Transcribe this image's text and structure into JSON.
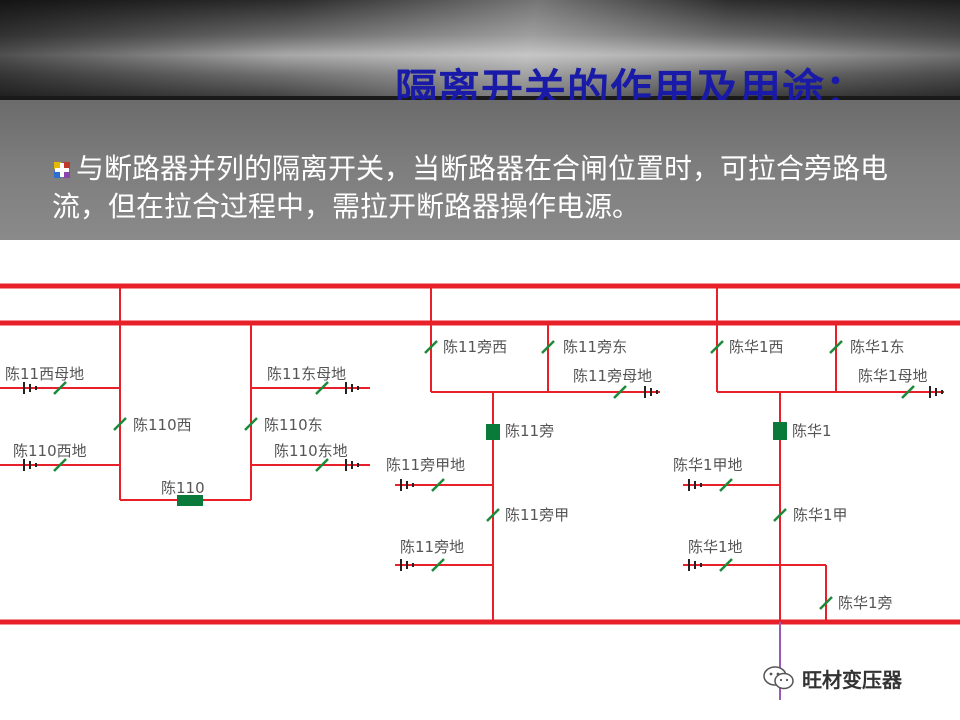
{
  "slide": {
    "title": "隔离开关的作用及用途：",
    "body": "与断路器并列的隔离开关，当断路器在合闸位置时，可拉合旁路电流，但在拉合过程中，需拉开断路器操作电源。"
  },
  "diagram": {
    "labels": {
      "chen11_xi_mudi": "陈11西母地",
      "chen110_xi_di": "陈110西地",
      "chen110_xi": "陈110西",
      "chen110": "陈110",
      "chen11_dong_mudi": "陈11东母地",
      "chen110_dong": "陈110东",
      "chen110_dong_di": "陈110东地",
      "chen11_pang_xi": "陈11旁西",
      "chen11_pang_dong": "陈11旁东",
      "chen11_pang_mudi": "陈11旁母地",
      "chen11_pang": "陈11旁",
      "chen11_pang_jiadi": "陈11旁甲地",
      "chen11_pang_jia": "陈11旁甲",
      "chen11_pang_di": "陈11旁地",
      "chenhua1_xi": "陈华1西",
      "chenhua1_dong": "陈华1东",
      "chenhua1_mudi": "陈华1母地",
      "chenhua1": "陈华1",
      "chenhua1_jiadi": "陈华1甲地",
      "chenhua1_jia": "陈华1甲",
      "chenhua1_di": "陈华1地",
      "chenhua1_pang": "陈华1旁"
    },
    "colors": {
      "bus": "#e8202a",
      "wire": "#e8202a",
      "line_feed": "#9b59b6",
      "switch": "#1a8a3a",
      "breaker": "#0a7a3a",
      "ground": "#222222"
    }
  },
  "brand": {
    "name": "旺材变压器",
    "icon": "wechat-icon"
  }
}
